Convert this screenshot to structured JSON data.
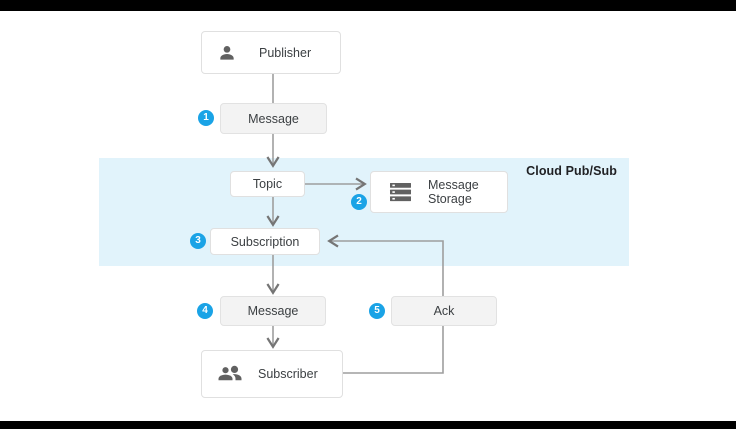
{
  "diagram": {
    "title": "Cloud Pub/Sub",
    "nodes": {
      "publisher": {
        "label": "Publisher",
        "icon": "person-icon"
      },
      "message_in": {
        "label": "Message",
        "step": "1"
      },
      "topic": {
        "label": "Topic"
      },
      "message_storage": {
        "label_line1": "Message",
        "label_line2": "Storage",
        "step": "2",
        "icon": "storage-icon"
      },
      "subscription": {
        "label": "Subscription",
        "step": "3"
      },
      "message_out": {
        "label": "Message",
        "step": "4"
      },
      "ack": {
        "label": "Ack",
        "step": "5"
      },
      "subscriber": {
        "label": "Subscriber",
        "icon": "people-icon"
      }
    },
    "colors": {
      "region_fill": "#e1f3fb",
      "step_badge_blue": "#1aa3e6",
      "connector_gray": "#9e9e9e",
      "node_border": "#e0e0e0",
      "muted_node_fill": "#f3f3f3",
      "icon_gray": "#616161"
    }
  }
}
